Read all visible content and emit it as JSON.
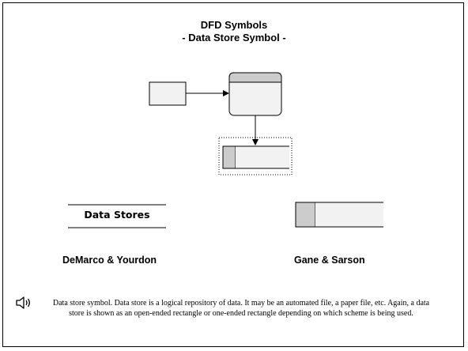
{
  "slide": {
    "title_line1": "DFD Symbols",
    "title_line2": "- Data Store Symbol -"
  },
  "symbols": {
    "demarco_label": "Data Stores",
    "demarco_caption": "DeMarco & Yourdon",
    "gane_caption": "Gane & Sarson"
  },
  "notes": {
    "text": "Data store symbol. Data store is a logical repository of data. It may be an automated file, a paper file, etc. Again, a data store is shown as an open-ended rectangle or one-ended rectangle depending on which scheme is being used."
  },
  "icons": {
    "speaker": "speaker-icon"
  },
  "colors": {
    "fill_light": "#f2f2f2",
    "fill_gray": "#cccccc",
    "stroke": "#000000"
  }
}
